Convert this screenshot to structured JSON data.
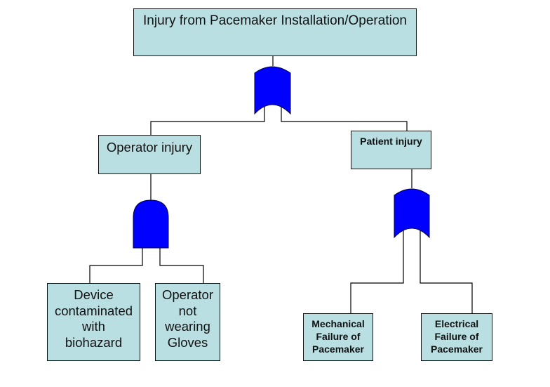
{
  "diagram": {
    "type": "fault-tree",
    "colors": {
      "event_fill": "#b9dfe2",
      "gate_fill": "#0000ff",
      "line": "#000000"
    },
    "top_event": {
      "label": "Injury from Pacemaker Installation/Operation",
      "gate": "OR"
    },
    "operator_injury": {
      "label": "Operator injury",
      "gate": "AND",
      "children": [
        {
          "label": "Device\ncontaminated\nwith\nbiohazard"
        },
        {
          "label": "Operator\nnot\nwearing\nGloves"
        }
      ]
    },
    "patient_injury": {
      "label": "Patient injury",
      "gate": "OR",
      "children": [
        {
          "label": "Mechanical\nFailure of\nPacemaker"
        },
        {
          "label": "Electrical\nFailure of\nPacemaker"
        }
      ]
    }
  }
}
